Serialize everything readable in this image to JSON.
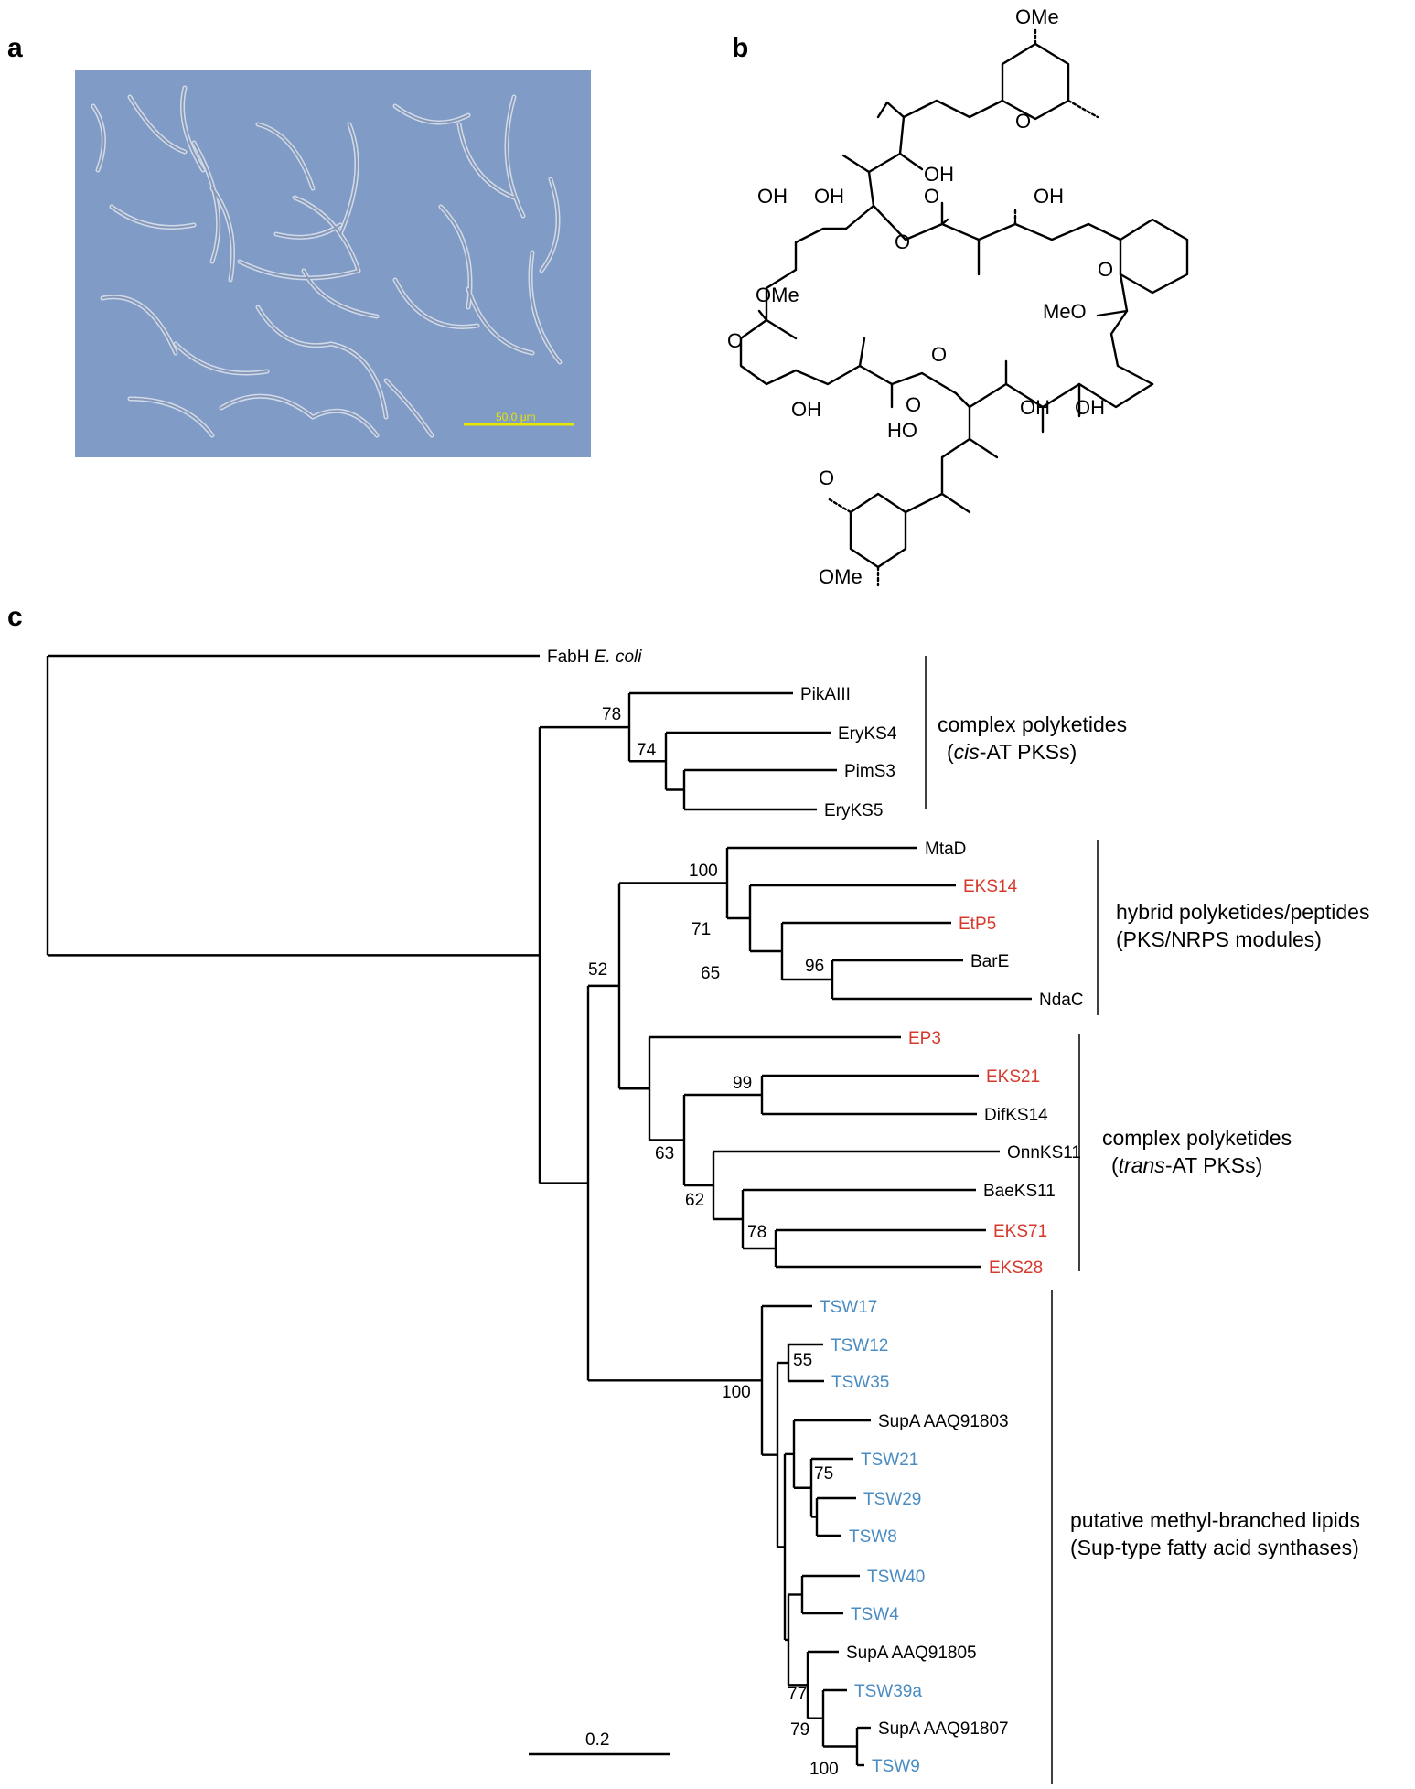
{
  "panels": {
    "a": "a",
    "b": "b",
    "c": "c"
  },
  "micrograph": {
    "scale_label": "50.0 μm",
    "background": "#7f9bc6",
    "scale_color": "#e6e600"
  },
  "molecule": {
    "labels": {
      "ome_top": "OMe",
      "o_pyran_top": "O",
      "oh_top_right": "OH",
      "oh_1": "OH",
      "oh_2": "OH",
      "ester_o1": "O",
      "ester_o2": "O",
      "oh_3": "OH",
      "ome_left": "OMe",
      "o_dhp_right": "O",
      "meo_right": "MeO",
      "o_dhp_left": "O",
      "ester_o3": "O",
      "ester_o4": "O",
      "oh_4": "OH",
      "oh_5": "OH",
      "oh_6": "OH",
      "ho_1": "HO",
      "o_pyran_bottom": "O",
      "ome_bottom": "OMe"
    }
  },
  "tree": {
    "colors": {
      "black": "#000000",
      "red": "#d6392b",
      "blue": "#4a8cc2"
    },
    "taxa": [
      {
        "id": "fabh",
        "label": "FabH",
        "italic_suffix": "E. coli",
        "color": "black"
      },
      {
        "id": "pikaiii",
        "label": "PikAIII",
        "color": "black"
      },
      {
        "id": "eryks4",
        "label": "EryKS4",
        "color": "black"
      },
      {
        "id": "pims3",
        "label": "PimS3",
        "color": "black"
      },
      {
        "id": "eryks5",
        "label": "EryKS5",
        "color": "black"
      },
      {
        "id": "mtad",
        "label": "MtaD",
        "color": "black"
      },
      {
        "id": "eks14",
        "label": "EKS14",
        "color": "red"
      },
      {
        "id": "etp5",
        "label": "EtP5",
        "color": "red"
      },
      {
        "id": "bare",
        "label": "BarE",
        "color": "black"
      },
      {
        "id": "ndac",
        "label": "NdaC",
        "color": "black"
      },
      {
        "id": "ep3",
        "label": "EP3",
        "color": "red"
      },
      {
        "id": "eks21",
        "label": "EKS21",
        "color": "red"
      },
      {
        "id": "difks14",
        "label": "DifKS14",
        "color": "black"
      },
      {
        "id": "onnks11",
        "label": "OnnKS11",
        "color": "black"
      },
      {
        "id": "baeks11",
        "label": "BaeKS11",
        "color": "black"
      },
      {
        "id": "eks71",
        "label": "EKS71",
        "color": "red"
      },
      {
        "id": "eks28",
        "label": "EKS28",
        "color": "red"
      },
      {
        "id": "tsw17",
        "label": "TSW17",
        "color": "blue"
      },
      {
        "id": "tsw12",
        "label": "TSW12",
        "color": "blue"
      },
      {
        "id": "tsw35",
        "label": "TSW35",
        "color": "blue"
      },
      {
        "id": "supa03",
        "label": "SupA AAQ91803",
        "color": "black"
      },
      {
        "id": "tsw21",
        "label": "TSW21",
        "color": "blue"
      },
      {
        "id": "tsw29",
        "label": "TSW29",
        "color": "blue"
      },
      {
        "id": "tsw8",
        "label": "TSW8",
        "color": "blue"
      },
      {
        "id": "tsw40",
        "label": "TSW40",
        "color": "blue"
      },
      {
        "id": "tsw4",
        "label": "TSW4",
        "color": "blue"
      },
      {
        "id": "supa05",
        "label": "SupA AAQ91805",
        "color": "black"
      },
      {
        "id": "tsw39a",
        "label": "TSW39a",
        "color": "blue"
      },
      {
        "id": "supa07",
        "label": "SupA AAQ91807",
        "color": "black"
      },
      {
        "id": "tsw9",
        "label": "TSW9",
        "color": "blue"
      }
    ],
    "bootstrap": [
      "78",
      "74",
      "100",
      "71",
      "65",
      "96",
      "52",
      "99",
      "63",
      "62",
      "78",
      "55",
      "100",
      "75",
      "77",
      "79",
      "100"
    ],
    "clades": [
      {
        "id": "cis-at",
        "line1": "complex polyketides",
        "line2_italic": "cis",
        "line2_rest": "-AT PKSs)"
      },
      {
        "id": "hybrid",
        "line1": "hybrid polyketides/peptides",
        "line2": "(PKS/NRPS modules)"
      },
      {
        "id": "trans-at",
        "line1": "complex polyketides",
        "line2_italic": "trans",
        "line2_rest": "-AT PKSs)"
      },
      {
        "id": "sup",
        "line1": "putative methyl-branched lipids",
        "line2": "(Sup-type fatty acid synthases)"
      }
    ],
    "scale_bar": "0.2"
  }
}
